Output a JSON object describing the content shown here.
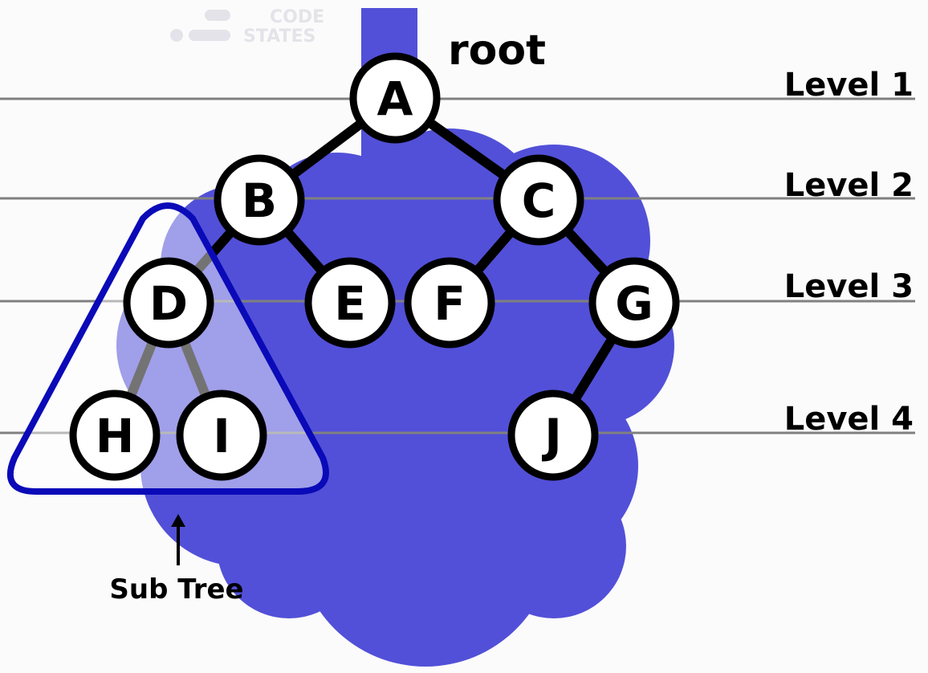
{
  "watermark": {
    "line1": "CODE",
    "line2": "STATES"
  },
  "root_label": "root",
  "levels": [
    "Level 1",
    "Level 2",
    "Level 3",
    "Level 4"
  ],
  "nodes": [
    "A",
    "B",
    "C",
    "D",
    "E",
    "F",
    "G",
    "H",
    "I",
    "J"
  ],
  "edges": [
    [
      "A",
      "B"
    ],
    [
      "A",
      "C"
    ],
    [
      "B",
      "D"
    ],
    [
      "B",
      "E"
    ],
    [
      "C",
      "F"
    ],
    [
      "C",
      "G"
    ],
    [
      "D",
      "H"
    ],
    [
      "D",
      "I"
    ],
    [
      "G",
      "J"
    ]
  ],
  "subtree": {
    "label": "Sub Tree",
    "members": [
      "D",
      "H",
      "I"
    ]
  },
  "colors": {
    "tree_blob": "#5250d8",
    "subtree_outline": "#0a0ab8",
    "node_fill": "#ffffff",
    "line": "#808080"
  }
}
